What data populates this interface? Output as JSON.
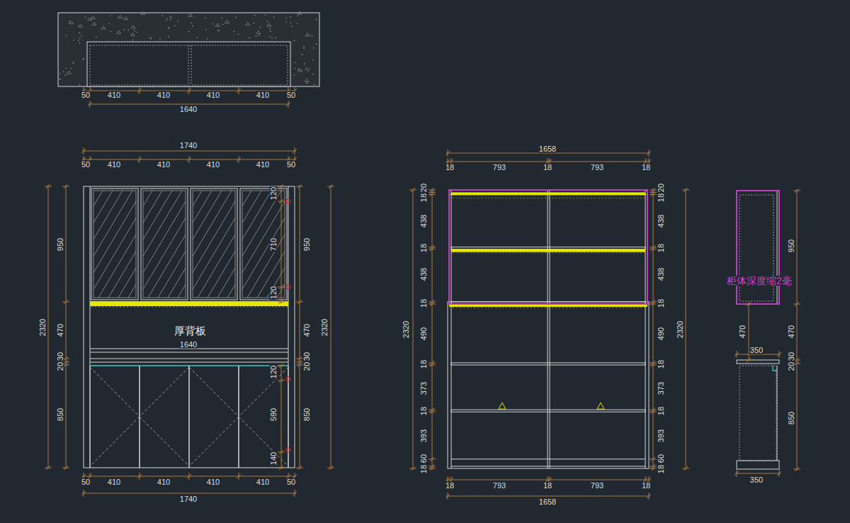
{
  "diagram": {
    "labels": [
      "50",
      "410",
      "410",
      "410",
      "410",
      "50",
      "1640",
      "1740",
      "50",
      "410",
      "410",
      "410",
      "410",
      "50",
      "2320",
      "950",
      "470",
      "30",
      "20",
      "850",
      "120",
      "710",
      "120",
      "120",
      "590",
      "140",
      "950",
      "470",
      "30",
      "20",
      "850",
      "2320",
      "厚背板",
      "1640",
      "50",
      "410",
      "410",
      "410",
      "410",
      "50",
      "1740",
      "1658",
      "18",
      "793",
      "18",
      "793",
      "18",
      "2320",
      "20",
      "18",
      "438",
      "18",
      "438",
      "18",
      "490",
      "18",
      "373",
      "18",
      "393",
      "60",
      "18",
      "20",
      "18",
      "438",
      "18",
      "438",
      "18",
      "490",
      "18",
      "373",
      "18",
      "393",
      "60",
      "18",
      "2320",
      "18",
      "793",
      "18",
      "793",
      "18",
      "1658",
      "950",
      "柜体深度缩2毫",
      "470",
      "470",
      "350",
      "30",
      "20",
      "850",
      "350"
    ]
  }
}
